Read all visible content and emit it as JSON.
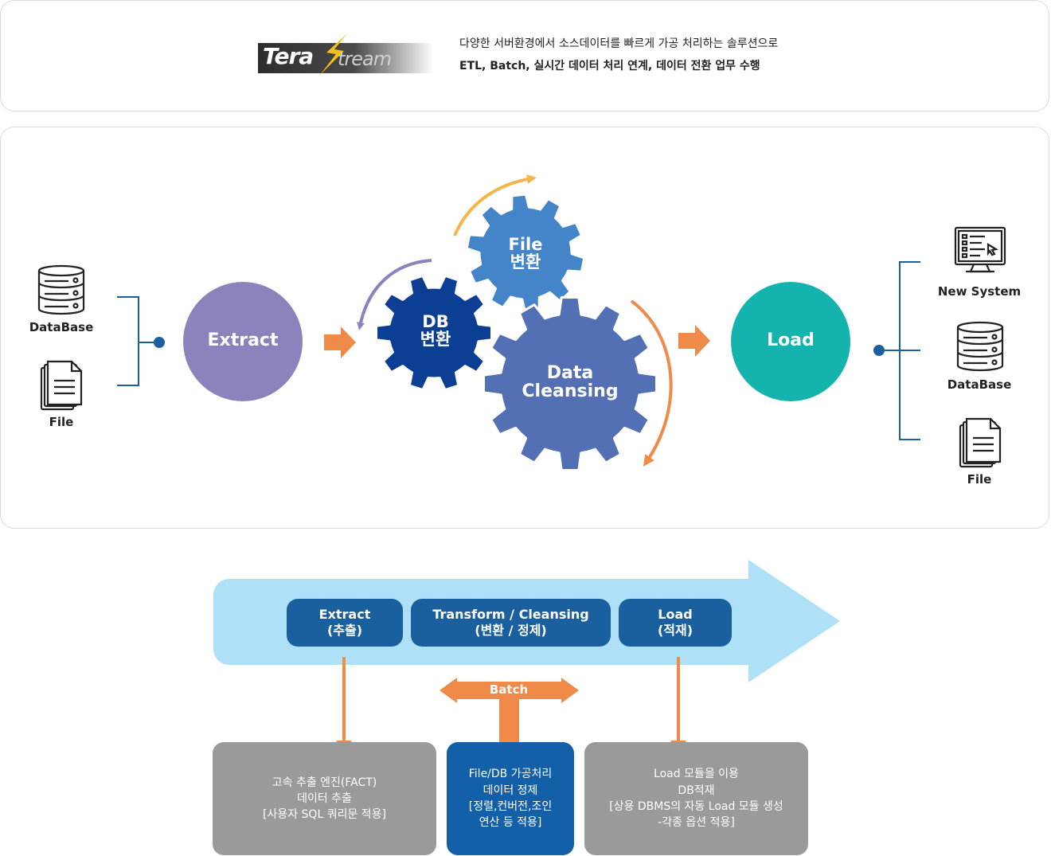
{
  "header": {
    "logo_text_left": "Tera",
    "logo_text_right": "tream",
    "description_line1": "다양한 서버환경에서 소스데이터를 빠르게 가공 처리하는 솔루션으로",
    "description_line2": "ETL, Batch, 실시간 데이터 처리 연계, 데이터 전환 업무 수행"
  },
  "flow": {
    "sources": [
      {
        "label": "DataBase",
        "icon": "database-icon"
      },
      {
        "label": "File",
        "icon": "file-icon"
      }
    ],
    "extract_label": "Extract",
    "gears": {
      "db_line1": "DB",
      "db_line2": "변환",
      "file_line1": "File",
      "file_line2": "변환",
      "cleansing_line1": "Data",
      "cleansing_line2": "Cleansing"
    },
    "load_label": "Load",
    "targets": [
      {
        "label": "New System",
        "icon": "monitor-icon"
      },
      {
        "label": "DataBase",
        "icon": "database-icon"
      },
      {
        "label": "File",
        "icon": "file-icon"
      }
    ]
  },
  "process": {
    "stages": [
      {
        "line1": "Extract",
        "line2": "(추출)"
      },
      {
        "line1": "Transform / Cleansing",
        "line2": "(변환 / 정제)"
      },
      {
        "line1": "Load",
        "line2": "(적재)"
      }
    ],
    "batch_label": "Batch",
    "details": [
      {
        "lines": [
          "고속 추출 엔진(FACT)",
          "데이터 추출",
          "[사용자 SQL 쿼리문 적용]"
        ]
      },
      {
        "lines": [
          "File/DB 가공처리",
          "데이터 정제",
          "[정렬,컨버전,조인",
          "연산 등 적용]"
        ]
      },
      {
        "lines": [
          "Load 모듈을 이용",
          "DB적재",
          "[상용 DBMS의 자동 Load 모듈 생성",
          "-각종 옵션 적용]"
        ]
      }
    ]
  },
  "colors": {
    "extract": "#8c82bc",
    "load": "#14b3ad",
    "db_gear": "#0c3f94",
    "file_gear": "#4484c9",
    "cleansing_gear": "#5470b4",
    "accent_orange": "#f08a48",
    "flow_band": "#aee0f7",
    "stage_pill": "#1a5f9e"
  }
}
